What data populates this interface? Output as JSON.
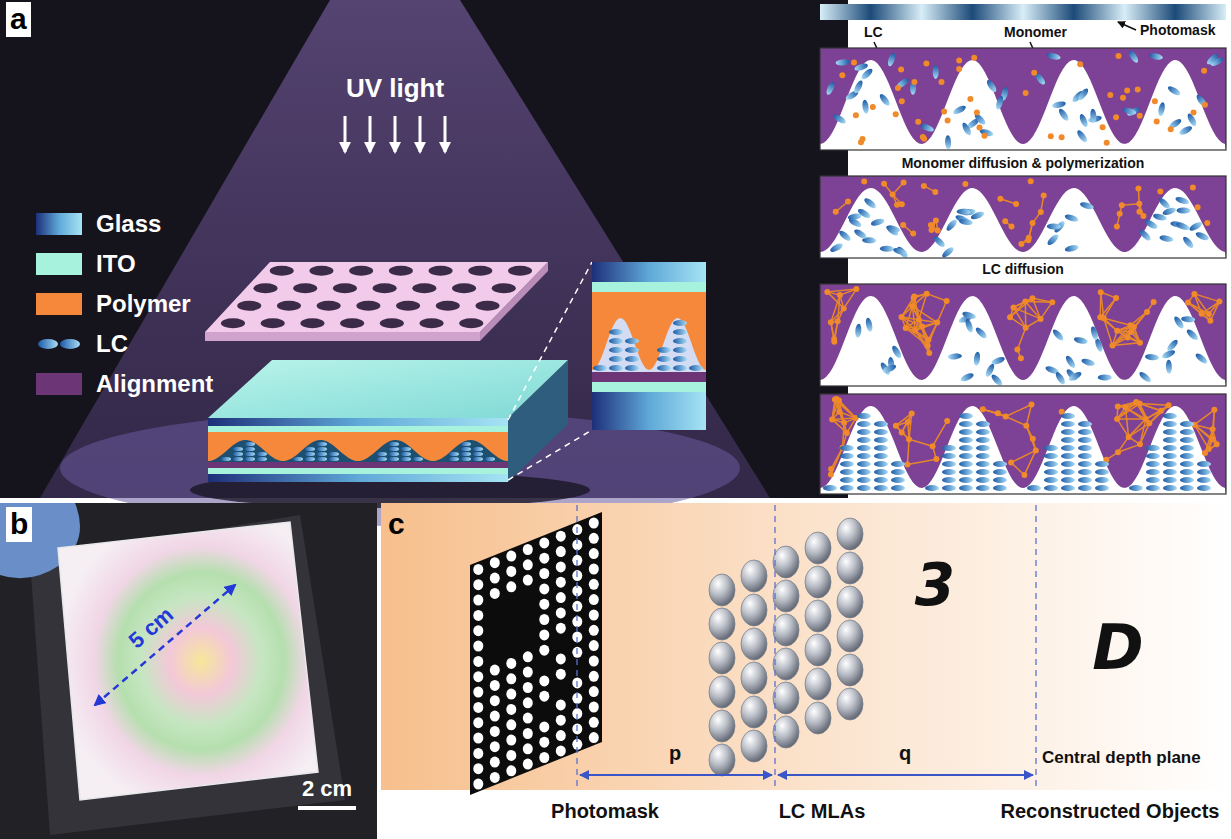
{
  "diagram": {
    "labels": [
      "a",
      "UV light",
      "Photomask",
      "LC",
      "Monomer",
      "Monomer diffusion & polymerization",
      "LC diffusion",
      "b",
      "5 cm",
      "2 cm",
      "c",
      "p",
      "q",
      "3",
      "D",
      "Central depth plane",
      "Photomask",
      "LC MLAs",
      "Reconstructed Objects"
    ],
    "legend": [
      {
        "text": "Glass"
      },
      {
        "text": "ITO",
        "color": "#a6f2dc"
      },
      {
        "text": "Polymer",
        "color": "#f5883a"
      },
      {
        "text": "LC"
      },
      {
        "text": "Alignment",
        "color": "#6b3576"
      }
    ]
  }
}
